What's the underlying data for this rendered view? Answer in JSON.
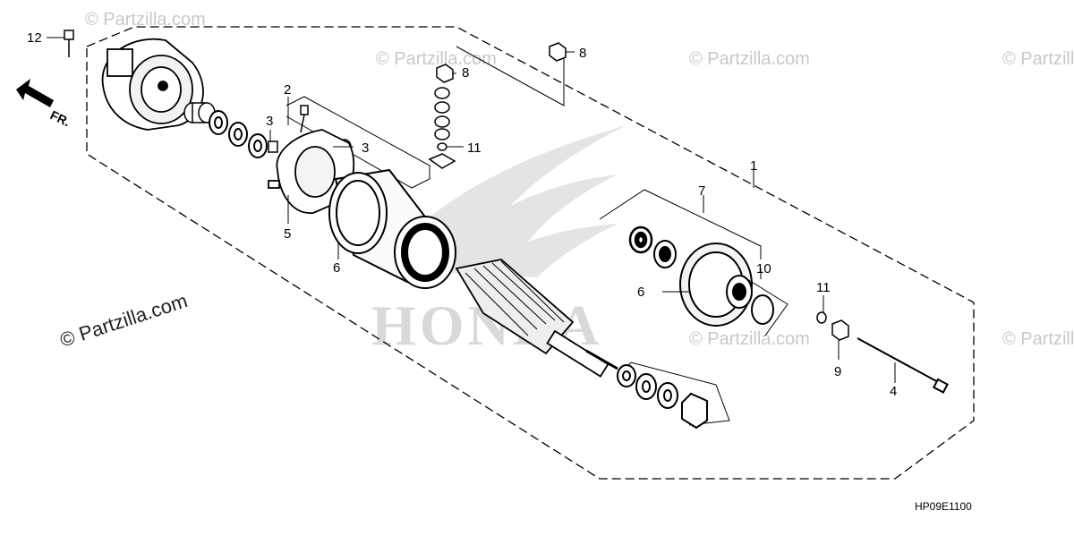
{
  "diagram": {
    "brand_watermark": "HONDA",
    "watermark_text": "© Partzilla.com",
    "direction_label": "FR.",
    "diagram_code": "HP09E1100",
    "callouts": {
      "c1": "1",
      "c2": "2",
      "c3a": "3",
      "c3b": "3",
      "c4": "4",
      "c5": "5",
      "c6a": "6",
      "c6b": "6",
      "c7": "7",
      "c8a": "8",
      "c8b": "8",
      "c9": "9",
      "c10": "10",
      "c11a": "11",
      "c11b": "11",
      "c12": "12"
    }
  }
}
